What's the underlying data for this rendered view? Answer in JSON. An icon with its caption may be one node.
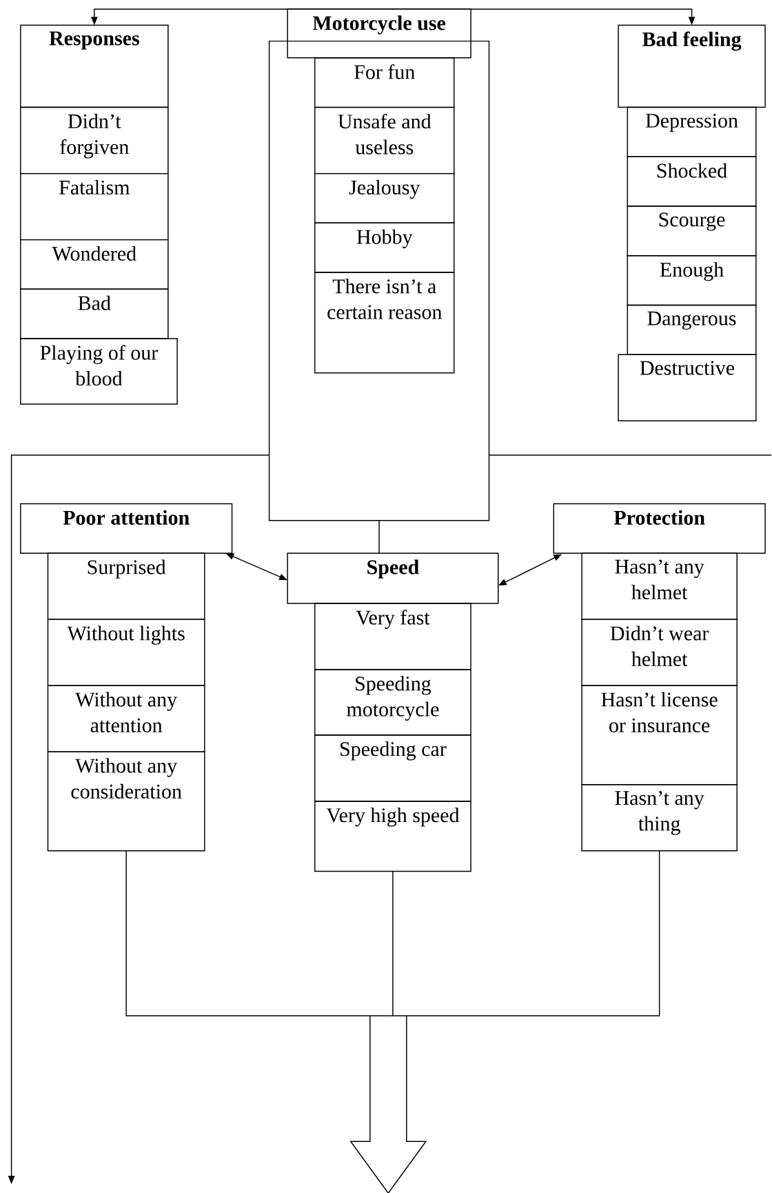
{
  "diagram": {
    "nodes": [
      {
        "text": [],
        "shape": "box"
      },
      {
        "text": [
          "Motorcycle use"
        ]
      },
      {
        "text": [
          "For fun"
        ],
        "in": 0
      },
      {
        "text": [
          "Unsafe and useless"
        ],
        "in": 0
      },
      {
        "text": [
          "Jealousy"
        ],
        "in": 0
      },
      {
        "text": [
          "Hobby"
        ],
        "in": 0
      },
      {
        "text": [
          "There isn’t a certain reason"
        ],
        "in": 0
      },
      {
        "text": [
          "Responses"
        ]
      },
      {
        "text": [
          "Didn’t forgiven"
        ]
      },
      {
        "text": [
          "Fatalism"
        ]
      },
      {
        "text": [
          "Wondered"
        ]
      },
      {
        "text": [
          "Bad"
        ]
      },
      {
        "text": [
          "Playing of our blood"
        ]
      },
      {
        "text": [
          "Bad feeling"
        ]
      },
      {
        "text": [
          "Depression"
        ]
      },
      {
        "text": [
          "Shocked"
        ]
      },
      {
        "text": [
          "Scourge"
        ]
      },
      {
        "text": [
          "Enough"
        ]
      },
      {
        "text": [
          "Dangerous"
        ]
      },
      {
        "text": [
          "Destructive"
        ]
      },
      {
        "text": [
          "Poor attention"
        ]
      },
      {
        "text": [
          "Surprised"
        ]
      },
      {
        "text": [
          "Without lights"
        ]
      },
      {
        "text": [
          "Without any attention"
        ]
      },
      {
        "text": [
          "Without any consideration"
        ]
      },
      {
        "text": [
          "Speed"
        ]
      },
      {
        "text": [
          "Very fast"
        ]
      },
      {
        "text": [
          "Speeding motorcycle"
        ]
      },
      {
        "text": [
          "Speeding car"
        ]
      },
      {
        "text": [
          "Very high speed"
        ]
      },
      {
        "text": [
          "Protection"
        ]
      },
      {
        "text": [
          "Hasn’t any helmet"
        ]
      },
      {
        "text": [
          "Didn’t wear helmet"
        ]
      },
      {
        "text": [
          "Hasn’t license or insurance"
        ]
      },
      {
        "text": [
          "Hasn’t any thing"
        ]
      },
      {
        "text": [],
        "shape": "arrow"
      }
    ],
    "edges": [
      {
        "from": 1,
        "to": 7,
        "arrow": "to"
      },
      {
        "from": 1,
        "to": 13,
        "arrow": "to"
      },
      {
        "from": 0,
        "to": null,
        "arrow": "to"
      },
      {
        "from": 0,
        "to": null,
        "arrow": "none"
      },
      {
        "from": 0,
        "to": 25,
        "arrow": "none"
      },
      {
        "from": 20,
        "to": 25,
        "arrow": "both"
      },
      {
        "from": 30,
        "to": 25,
        "arrow": "both"
      },
      {
        "from": 24,
        "to": 35,
        "arrow": "none"
      },
      {
        "from": 29,
        "to": 35,
        "arrow": "none"
      },
      {
        "from": 34,
        "to": 35,
        "arrow": "none"
      }
    ]
  }
}
